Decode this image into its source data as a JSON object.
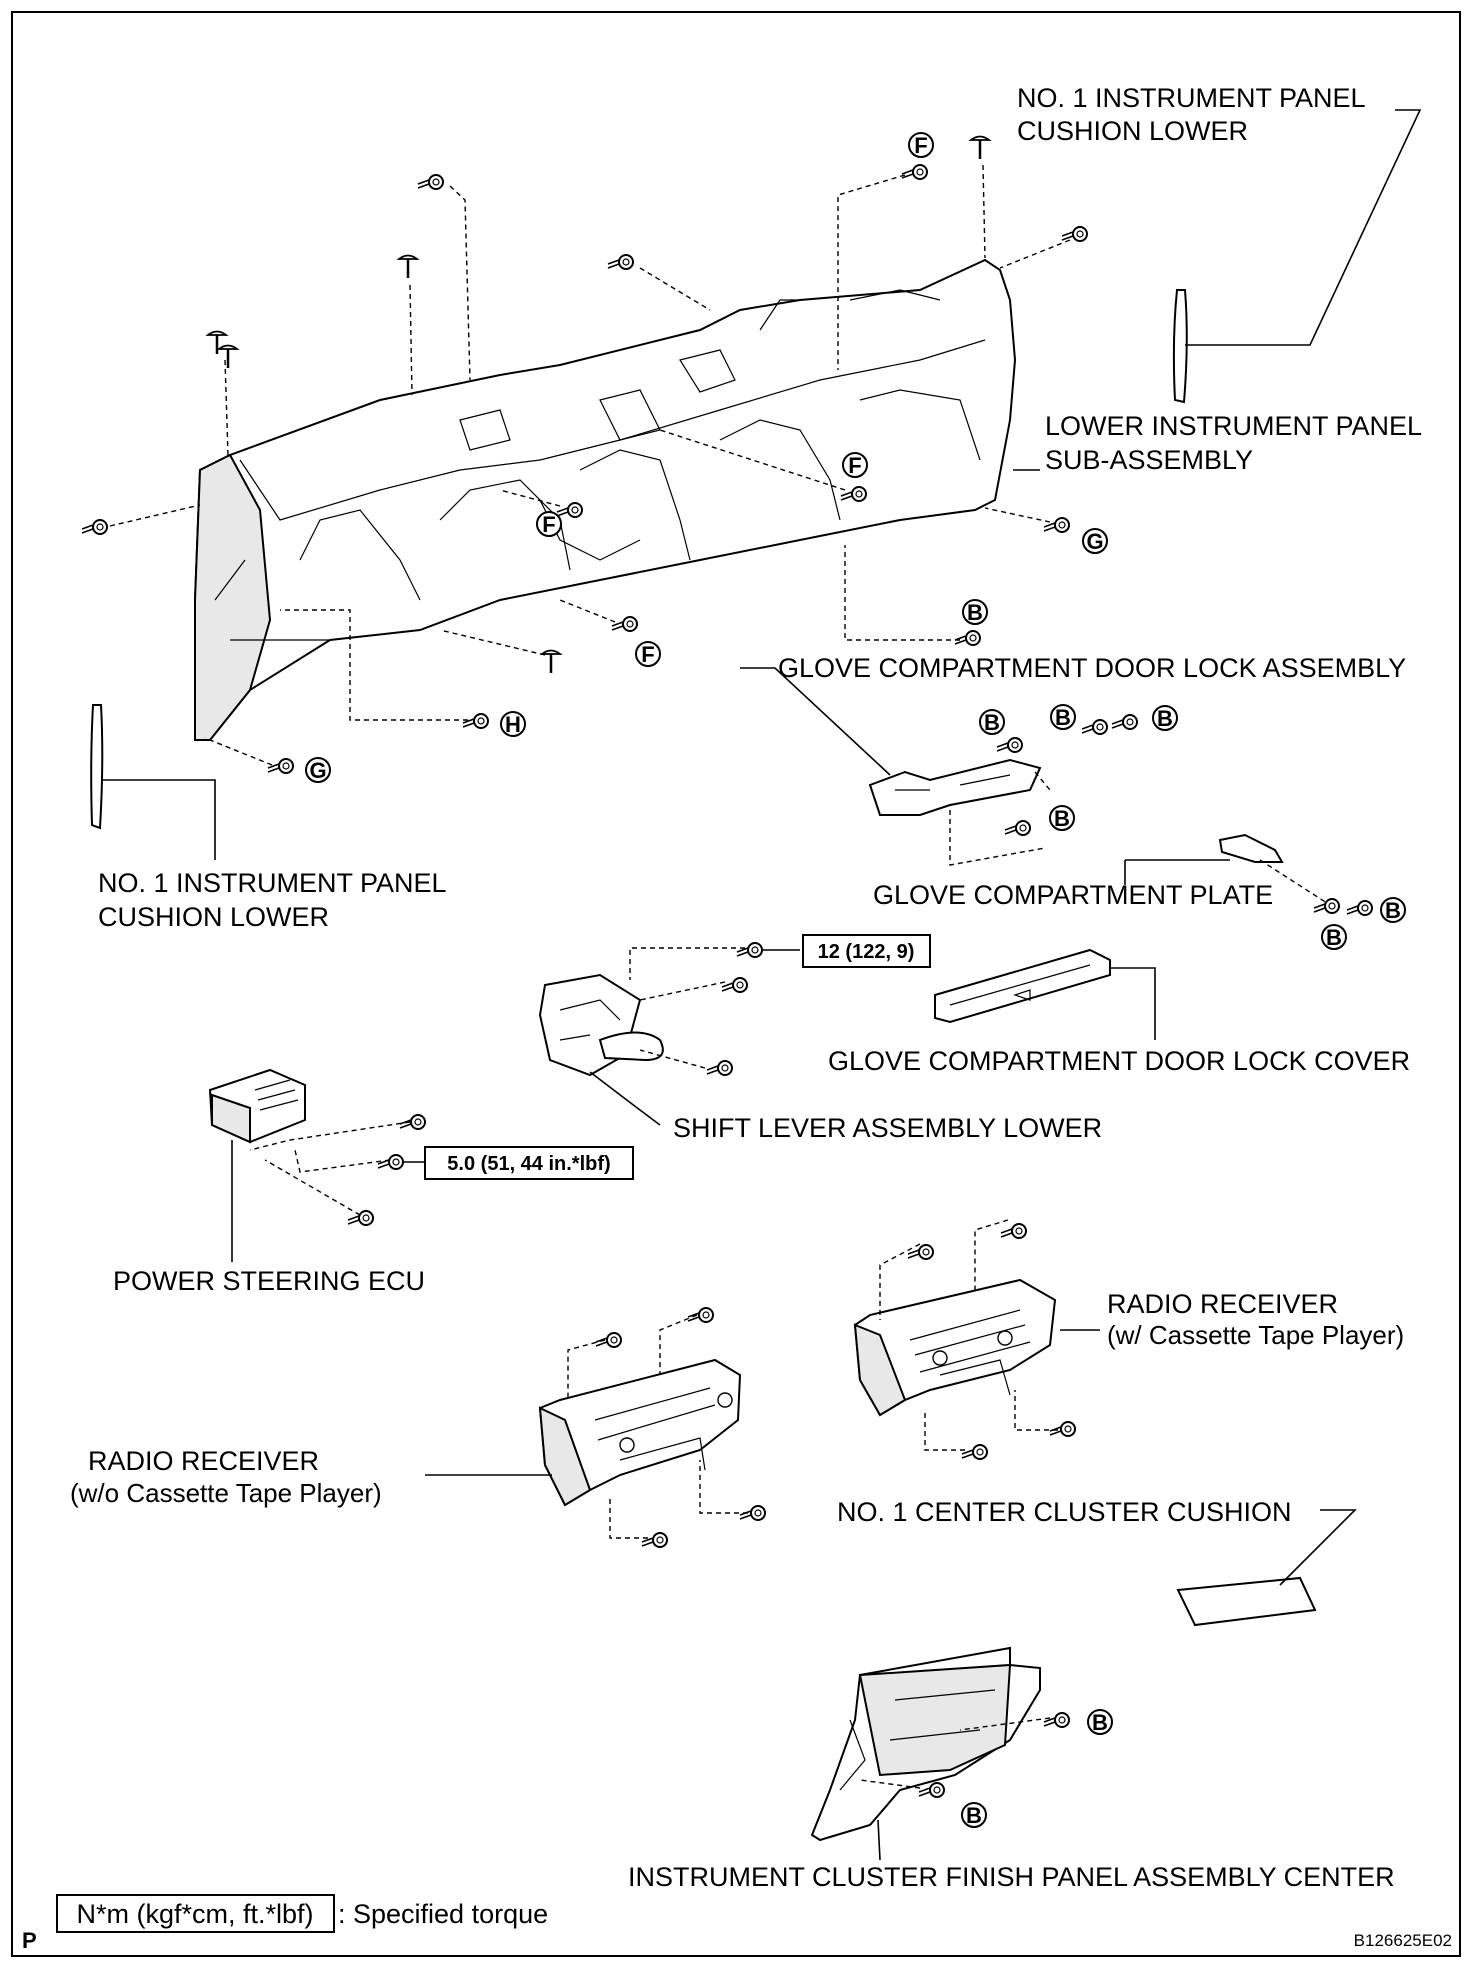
{
  "labels": {
    "cushion_lower_right_1": "NO. 1 INSTRUMENT PANEL",
    "cushion_lower_right_2": "CUSHION LOWER",
    "lower_panel_1": "LOWER INSTRUMENT PANEL",
    "lower_panel_2": "SUB-ASSEMBLY",
    "door_lock_assembly": "GLOVE COMPARTMENT DOOR LOCK ASSEMBLY",
    "cushion_lower_left_1": "NO. 1 INSTRUMENT PANEL",
    "cushion_lower_left_2": "CUSHION LOWER",
    "glove_plate": "GLOVE COMPARTMENT PLATE",
    "door_lock_cover": "GLOVE COMPARTMENT DOOR LOCK COVER",
    "shift_lever": "SHIFT LEVER ASSEMBLY LOWER",
    "power_steering_ecu": "POWER STEERING ECU",
    "radio_with_1": "RADIO RECEIVER",
    "radio_with_2": "(w/ Cassette Tape Player)",
    "radio_without_1": "RADIO RECEIVER",
    "radio_without_2": "(w/o Cassette Tape Player)",
    "center_cluster_cushion": "NO. 1 CENTER CLUSTER CUSHION",
    "finish_panel": "INSTRUMENT CLUSTER FINISH PANEL ASSEMBLY CENTER"
  },
  "torque": {
    "shift_lever": "12 (122, 9)",
    "ecu": "5.0 (51, 44 in.*lbf)"
  },
  "legend": {
    "unit_box": "N*m (kgf*cm, ft.*lbf)",
    "unit_text": ": Specified torque"
  },
  "fastener_marks": {
    "B": "B",
    "F": "F",
    "G": "G",
    "H": "H"
  },
  "footer": {
    "corner_letter": "P",
    "figure_code": "B126625E02"
  },
  "colors": {
    "line": "#000000",
    "background": "#ffffff"
  }
}
